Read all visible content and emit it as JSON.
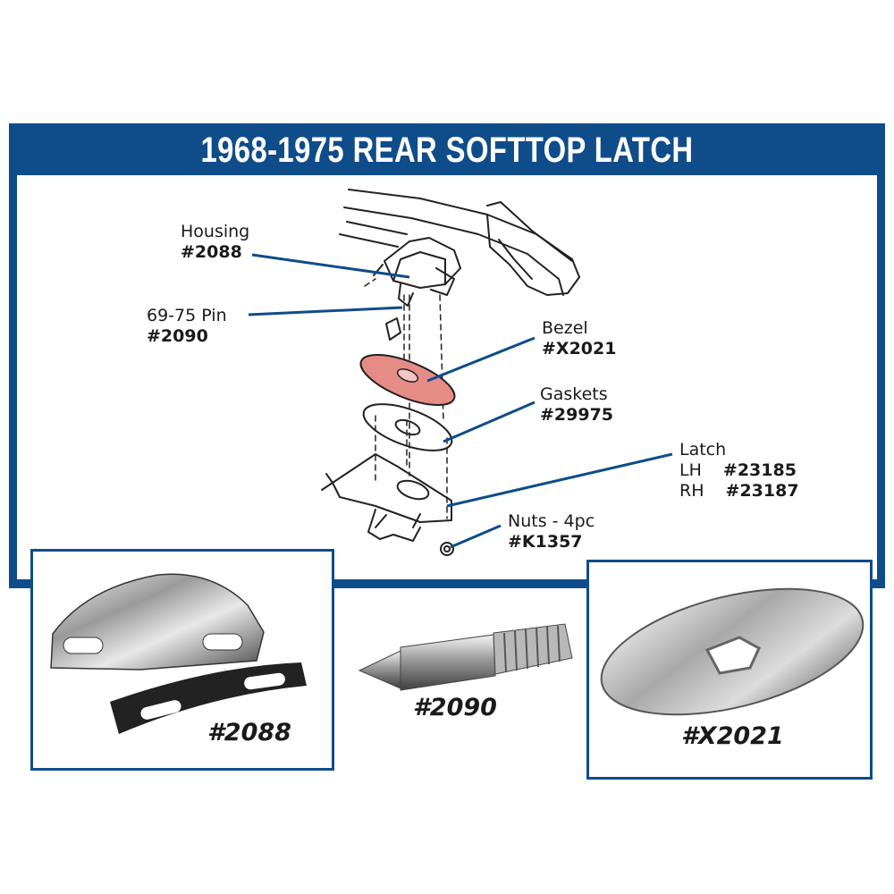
{
  "title": "1968-1975 REAR SOFTTOP LATCH",
  "callouts": {
    "housing": {
      "name": "Housing",
      "part": "#2088"
    },
    "pin": {
      "name": "69-75 Pin",
      "part": "#2090"
    },
    "bezel": {
      "name": "Bezel",
      "part": "#X2021"
    },
    "gaskets": {
      "name": "Gaskets",
      "part": "#29975"
    },
    "latch": {
      "name": "Latch",
      "lh_label": "LH",
      "lh_part": "#23185",
      "rh_label": "RH",
      "rh_part": "#23187"
    },
    "nuts": {
      "name": "Nuts - 4pc",
      "part": "#K1357"
    }
  },
  "photos": {
    "housing": {
      "caption": "#2088"
    },
    "pin": {
      "caption": "#2090"
    },
    "bezel": {
      "caption": "#X2021"
    }
  },
  "colors": {
    "brand_blue": "#0f4c8a",
    "bezel_highlight": "#e58c87"
  }
}
